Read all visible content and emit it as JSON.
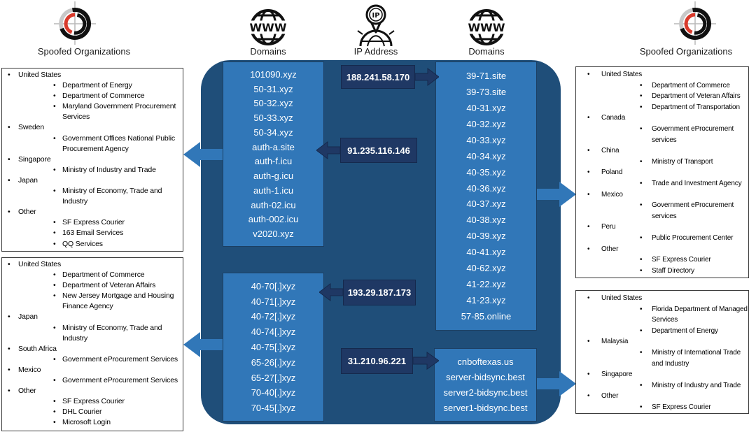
{
  "header": {
    "left_orgs_label": "Spoofed Organizations",
    "left_domains_label": "Domains",
    "ip_label": "IP Address",
    "right_domains_label": "Domains",
    "right_orgs_label": "Spoofed Organizations"
  },
  "panels": {
    "left_top": [
      {
        "label": "United States",
        "children": [
          "Department of Energy",
          "Department of Commerce",
          "Maryland Government Procurement\nServices"
        ]
      },
      {
        "label": "Sweden",
        "children": [
          "Government Offices National Public\nProcurement Agency"
        ]
      },
      {
        "label": "Singapore",
        "children": [
          "Ministry of Industry and Trade"
        ]
      },
      {
        "label": "Japan",
        "children": [
          "Ministry of Economy, Trade and\nIndustry"
        ]
      },
      {
        "label": "Other",
        "children": [
          "SF Express Courier",
          "163 Email Services",
          "QQ Services"
        ]
      }
    ],
    "left_bottom": [
      {
        "label": "United States",
        "children": [
          "Department of Commerce",
          "Department of Veteran Affairs",
          "New Jersey Mortgage and Housing\nFinance Agency"
        ]
      },
      {
        "label": "Japan",
        "children": [
          "Ministry of Economy, Trade and\nIndustry"
        ]
      },
      {
        "label": "South Africa",
        "children": [
          "Government eProcurement Services"
        ]
      },
      {
        "label": "Mexico",
        "children": [
          "Government eProcurement Services"
        ]
      },
      {
        "label": "Other",
        "children": [
          "SF Express Courier",
          "DHL Courier",
          "Microsoft Login"
        ]
      }
    ],
    "right_top": [
      {
        "label": "United States",
        "children": [
          "Department of Commerce",
          "Department of Veteran Affairs",
          "Department of Transportation"
        ]
      },
      {
        "label": "Canada",
        "children": [
          "Government eProcurement\nservices"
        ]
      },
      {
        "label": "China",
        "children": [
          "Ministry of Transport"
        ]
      },
      {
        "label": "Poland",
        "children": [
          "Trade and Investment Agency"
        ]
      },
      {
        "label": "Mexico",
        "children": [
          "Government eProcurement\nservices"
        ]
      },
      {
        "label": "Peru",
        "children": [
          "Public Procurement Center"
        ]
      },
      {
        "label": "Other",
        "children": [
          "SF Express Courier",
          "Staff Directory"
        ]
      }
    ],
    "right_bottom": [
      {
        "label": "United States",
        "children": [
          "Florida Department of Managed\nServices",
          "Department of Energy"
        ]
      },
      {
        "label": "Malaysia",
        "children": [
          "Ministry of International Trade\nand Industry"
        ]
      },
      {
        "label": "Singapore",
        "children": [
          "Ministry of Industry and Trade"
        ]
      },
      {
        "label": "Other",
        "children": [
          "SF Express Courier"
        ]
      }
    ]
  },
  "domains": {
    "left_top": [
      "101090.xyz",
      "50-31.xyz",
      "50-32.xyz",
      "50-33.xyz",
      "50-34.xyz",
      "auth-a.site",
      "auth-f.icu",
      "auth-g.icu",
      "auth-1.icu",
      "auth-02.icu",
      "auth-002.icu",
      "v2020.xyz"
    ],
    "left_bottom": [
      "40-70[.]xyz",
      "40-71[.]xyz",
      "40-72[.]xyz",
      "40-74[.]xyz",
      "40-75[.]xyz",
      "65-26[.]xyz",
      "65-27[.]xyz",
      "70-40[.]xyz",
      "70-45[.]xyz"
    ],
    "right_main": [
      "39-71.site",
      "39-73.site",
      "40-31.xyz",
      "40-32.xyz",
      "40-33.xyz",
      "40-34.xyz",
      "40-35.xyz",
      "40-36.xyz",
      "40-37.xyz",
      "40-38.xyz",
      "40-39.xyz",
      "40-41.xyz",
      "40-62.xyz",
      "41-22.xyz",
      "41-23.xyz",
      "57-85.online"
    ],
    "right_bottom": [
      "cnboftexas.us",
      "server-bidsync.best",
      "server2-bidsync.best",
      "server1-bidsync.best"
    ]
  },
  "ips": [
    {
      "value": "188.241.58.170",
      "direction": "right"
    },
    {
      "value": "91.235.116.146",
      "direction": "left"
    },
    {
      "value": "193.29.187.173",
      "direction": "left"
    },
    {
      "value": "31.210.96.221",
      "direction": "right"
    }
  ],
  "colors": {
    "canvas_blue": "#1F4E79",
    "column_blue": "#3177B8",
    "ip_navy": "#1F3864",
    "arrow_blue": "#3177B8",
    "accent_red": "#D93A2B",
    "panel_border": "#3b3b3b"
  }
}
